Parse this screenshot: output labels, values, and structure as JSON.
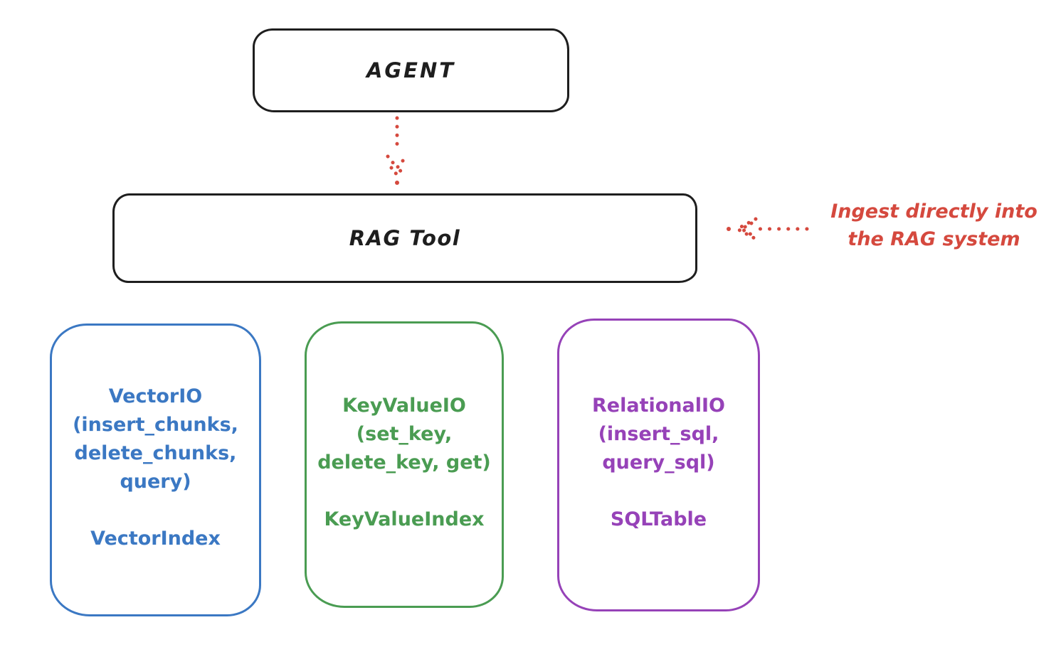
{
  "diagram": {
    "title_note": "RAG tool architecture diagram",
    "nodes": {
      "agent": {
        "label": "AGENT"
      },
      "rag_tool": {
        "label": "RAG Tool"
      }
    },
    "annotation": {
      "line1": "Ingest directly into",
      "line2": "the RAG system"
    },
    "arrows": [
      {
        "name": "agent-to-rag-arrow",
        "style": "dotted",
        "direction": "down"
      },
      {
        "name": "annotation-to-rag-arrow",
        "style": "dotted",
        "direction": "left"
      }
    ],
    "backends": [
      {
        "title": "VectorIO",
        "params_line1": "(insert_chunks,",
        "params_line2": "delete_chunks,",
        "params_line3": "query)",
        "index_label": "VectorIndex",
        "color": "#3b78c3"
      },
      {
        "title": "KeyValueIO",
        "params_line1": "(set_key,",
        "params_line2": "delete_key, get)",
        "index_label": "KeyValueIndex",
        "color": "#4a9c52"
      },
      {
        "title": "RelationalIO",
        "params_line1": "(insert_sql,",
        "params_line2": "query_sql)",
        "index_label": "SQLTable",
        "color": "#9642b8"
      }
    ],
    "colors": {
      "stroke_black": "#1e1e1e",
      "accent_red": "#d5493e",
      "vector_blue": "#3b78c3",
      "keyvalue_green": "#4a9c52",
      "relational_purple": "#9642b8",
      "background": "#ffffff"
    }
  }
}
